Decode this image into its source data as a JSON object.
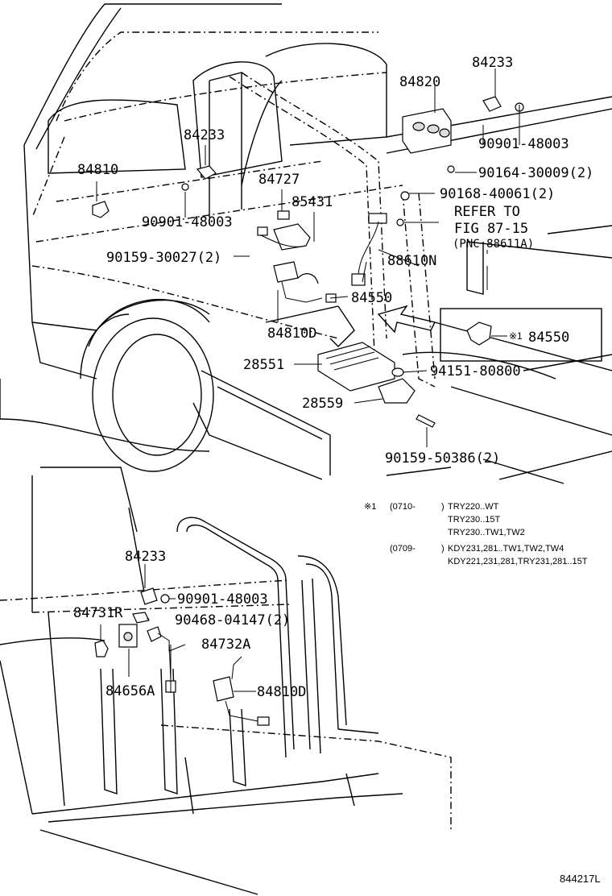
{
  "labels": {
    "p84233_top": "84233",
    "p84820": "84820",
    "p90901_top": "90901-48003",
    "p90164": "90164-30009(2)",
    "p90168": "90168-40061(2)",
    "refer_line1": "REFER TO",
    "refer_line2": "FIG 87-15",
    "refer_line3": "(PNC 88611A)",
    "p88610n": "88610N",
    "p84550": "84550",
    "p84550_box": "84550",
    "star_mark": "※1",
    "p84233_mid": "84233",
    "p84810": "84810",
    "p84727": "84727",
    "p85431": "85431",
    "p90901_mid": "90901-48003",
    "p90159_mid": "90159-30027(2)",
    "p84810d_mid": "84810D",
    "p28551": "28551",
    "p94151": "94151-80800",
    "p28559": "28559",
    "p90159_bot": "90159-50386(2)",
    "p84233_low": "84233",
    "p90901_low": "90901-48003",
    "p84731r": "84731R",
    "p90468": "90468-04147(2)",
    "p84732a": "84732A",
    "p84656a": "84656A",
    "p84810d_low": "84810D",
    "diagram_id": "844217L"
  },
  "footnote": {
    "mark": "※1",
    "row1_code": "(0710-",
    "row1_paren": ")",
    "row1_l1": "TRY220..WT",
    "row1_l2": "TRY230..15T",
    "row1_l3": "TRY230..TW1,TW2",
    "row2_code": "(0709-",
    "row2_paren": ")",
    "row2_l1": "KDY231,281..TW1,TW2,TW4",
    "row2_l2": "KDY221,231,281,TRY231,281..15T"
  }
}
